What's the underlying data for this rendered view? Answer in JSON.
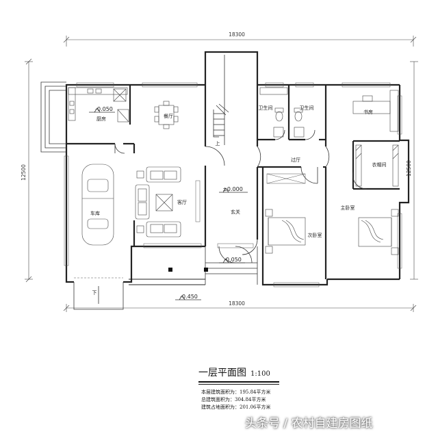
{
  "dimensions": {
    "top": "18300",
    "bottom": "18300",
    "left": "12500",
    "right": "12500"
  },
  "rooms": {
    "kitchen": "厨房",
    "dining": "餐厅",
    "living": "客厅",
    "garage": "车库",
    "entry": "玄关",
    "bath1": "卫生间",
    "bath2": "卫生间",
    "study": "书房",
    "closet": "衣帽间",
    "hall": "过厅",
    "second_bed": "次卧室",
    "master_bed": "主卧室"
  },
  "levels": {
    "kitchen": "-0.050",
    "main": "±0.000",
    "porch": "-0.050",
    "outside": "-0.450"
  },
  "stair_label": "上",
  "garage_ramp_label": "下",
  "title": {
    "main": "一层平面图",
    "scale": "1:100"
  },
  "stats": {
    "floor_area": "本层建筑面积为：195.84平方米",
    "total_area": "总建筑面积为：304.84平方米",
    "footprint": "建筑占地面积为：201.06平方米"
  },
  "watermark": "头条号 / 农村自建房图纸"
}
